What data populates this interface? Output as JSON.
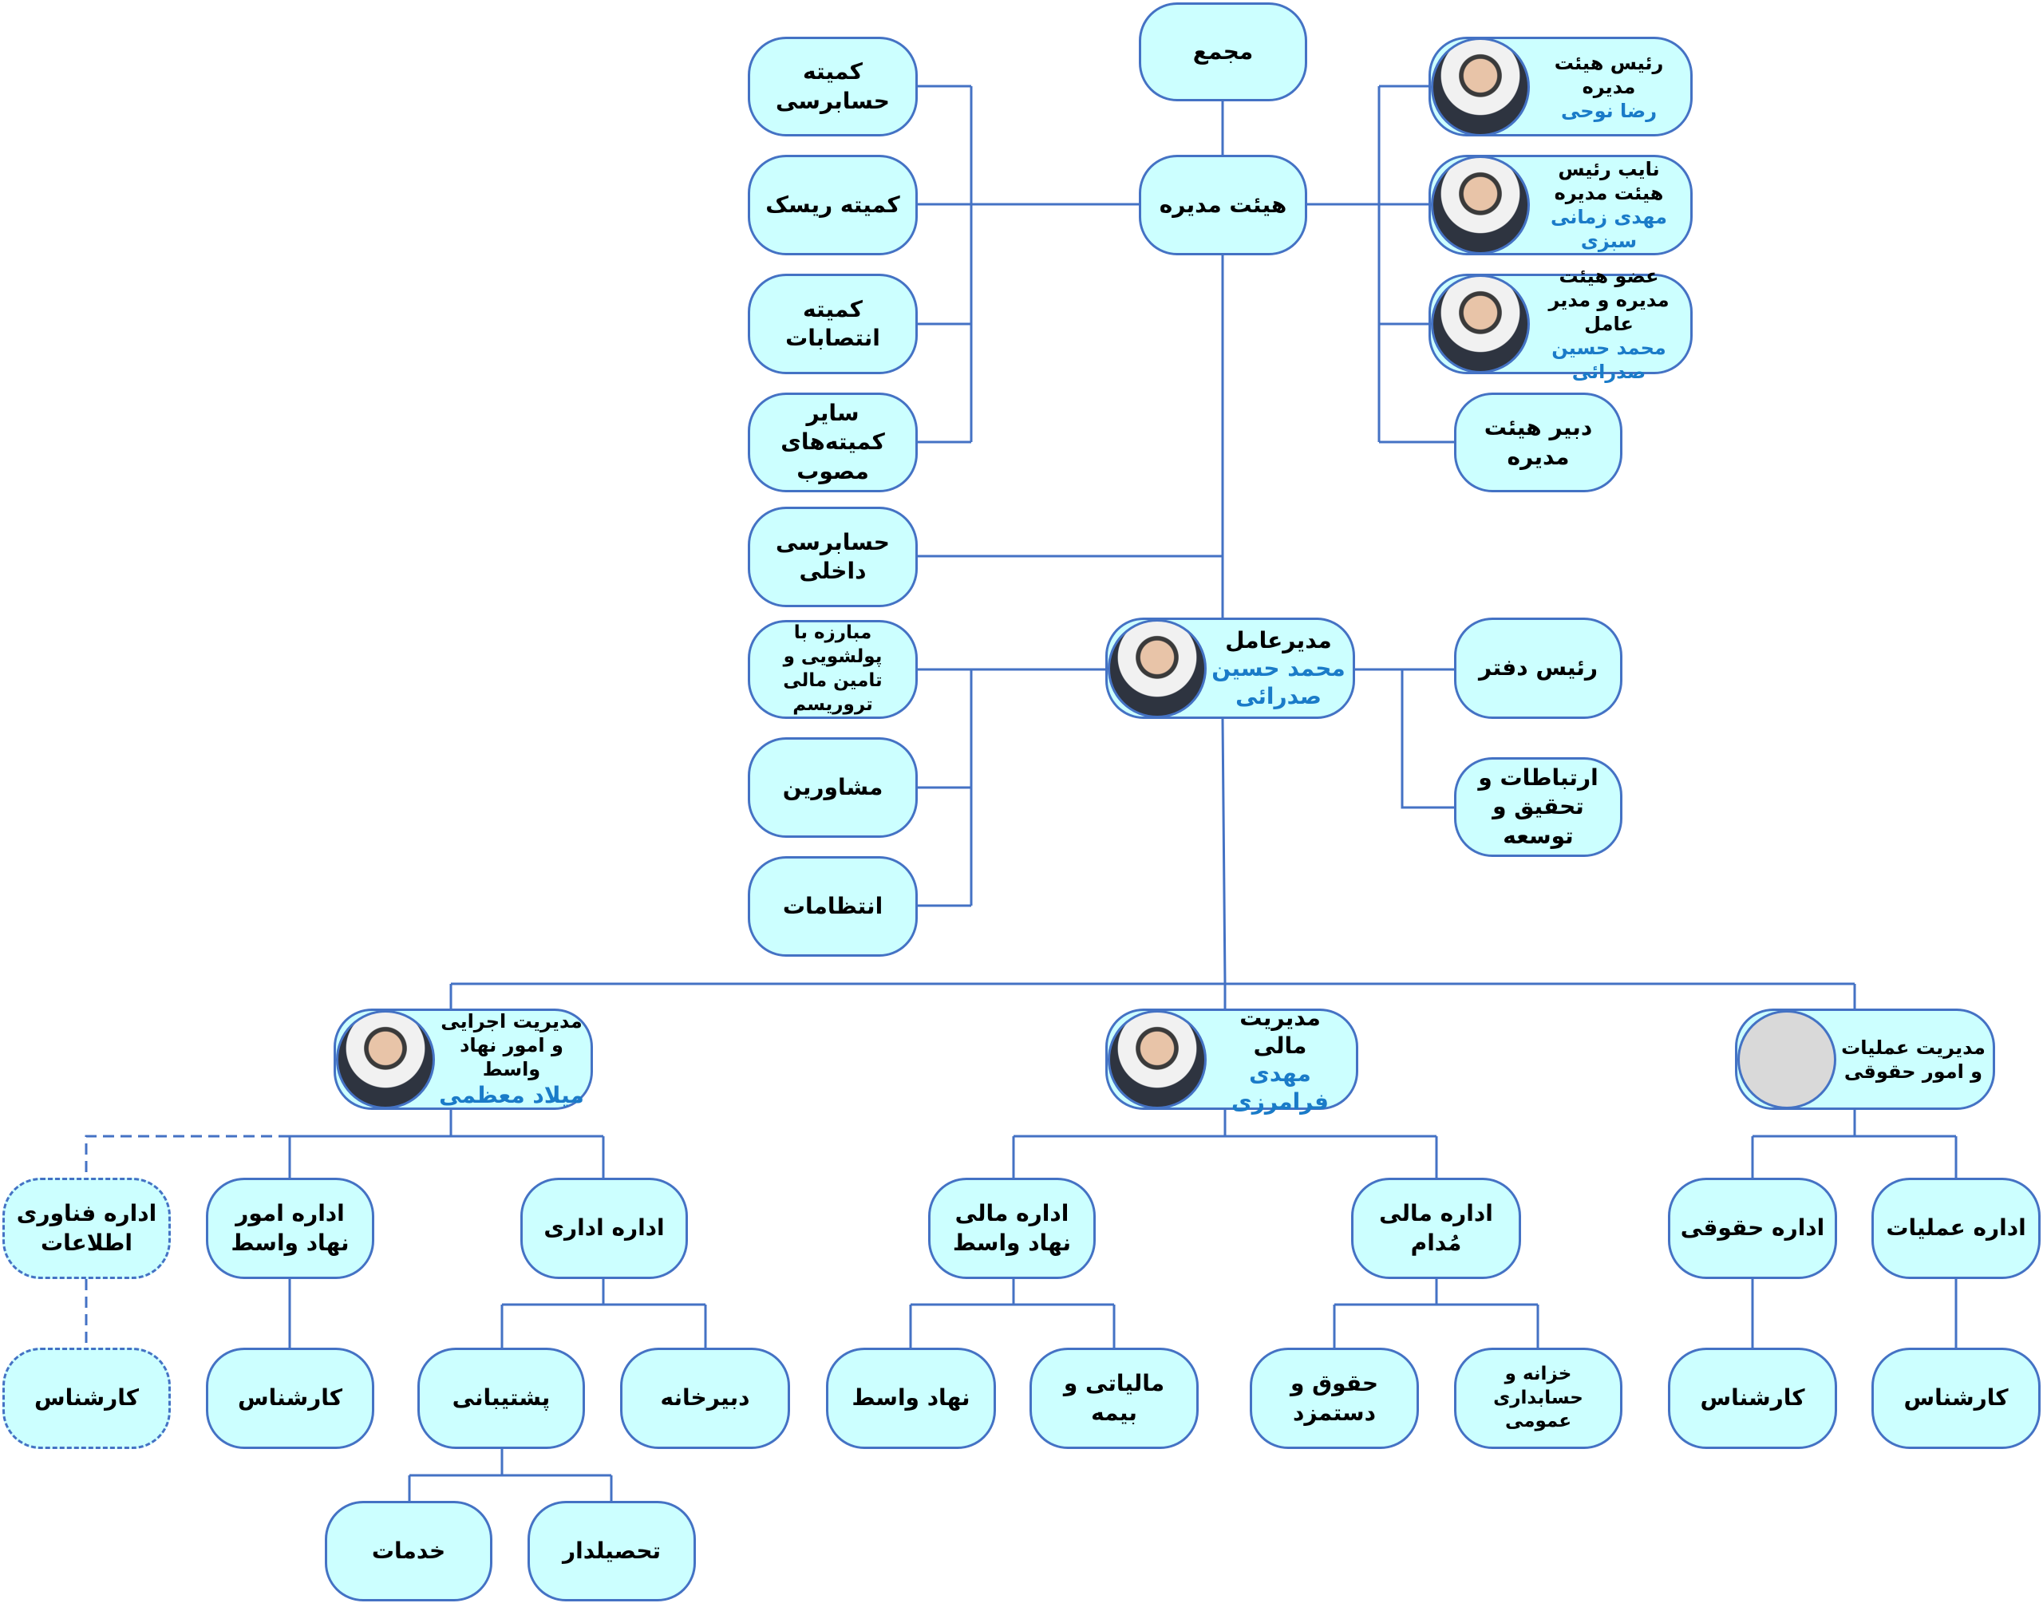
{
  "colors": {
    "fill": "#ccffff",
    "border": "#4472c4",
    "name": "#1a7bc8",
    "line": "#4472c4"
  },
  "assembly": "مجمع",
  "board": "هیئت مدیره",
  "committees": {
    "audit": "کمیته حسابرسی",
    "risk": "کمیته ریسک",
    "appointments": "کمیته انتصابات",
    "other": "سایر کمیته‌های مصوب"
  },
  "internal_audit": "حسابرسی داخلی",
  "board_members": {
    "chair": {
      "title": "رئیس هیئت مدیره",
      "name": "رضا نوحی"
    },
    "vice": {
      "title": "نایب رئیس هیئت مدیره",
      "name": "مهدی زمانی سبزی"
    },
    "member": {
      "title": "عضو هیئت مدیره و مدیر عامل",
      "name": "محمد حسین صدرائی"
    },
    "secretary": "دبیر هیئت مدیره"
  },
  "ceo": {
    "title": "مدیرعامل",
    "name": "محمد حسین صدرائی"
  },
  "ceo_staff": {
    "aml": "مبارزه با پولشویی و تامین مالی تروریسم",
    "advisors": "مشاورین",
    "discipline": "انتظامات",
    "office_head": "رئیس دفتر",
    "rnd": "ارتباطات و تحقیق و توسعه"
  },
  "exec": {
    "title": "مدیریت اجرایی و امور نهاد واسط",
    "name": "میلاد معظمی",
    "it": "اداره فناوری اطلاعات",
    "it_expert": "کارشناس",
    "spv_office": "اداره امور نهاد واسط",
    "spv_expert": "کارشناس",
    "admin": "اداره اداری",
    "support": "پشتیبانی",
    "secretariat": "دبیرخانه",
    "services": "خدمات",
    "collector": "تحصیلدار"
  },
  "finance": {
    "title": "مدیریت مالی",
    "name": "مهدی فرامرزی",
    "spv_fin": "اداره مالی نهاد واسط",
    "madam_fin": "اداره مالی مُدام",
    "spv": "نهاد واسط",
    "tax": "مالیاتی و بیمه",
    "payroll": "حقوق و دستمزد",
    "treasury": "خزانه و حسابداری عمومی"
  },
  "ops": {
    "title": "مدیریت عملیات و امور حقوقی",
    "legal": "اداره حقوقی",
    "operations": "اداره عملیات",
    "legal_expert": "کارشناس",
    "ops_expert": "کارشناس"
  }
}
